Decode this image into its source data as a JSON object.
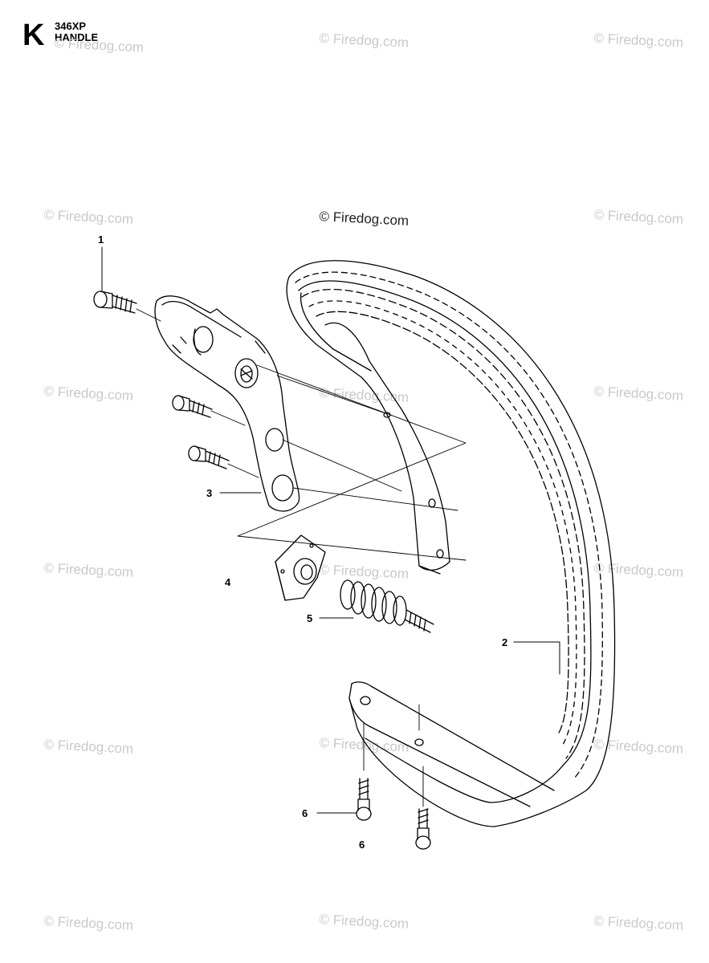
{
  "header": {
    "section_letter": "K",
    "model": "346XP",
    "section_name": "HANDLE"
  },
  "watermark": {
    "text": "© Firedog.com"
  },
  "callouts": [
    {
      "label": "1"
    },
    {
      "label": "2"
    },
    {
      "label": "3"
    },
    {
      "label": "4"
    },
    {
      "label": "5"
    },
    {
      "label": "6"
    },
    {
      "label": "6"
    }
  ]
}
